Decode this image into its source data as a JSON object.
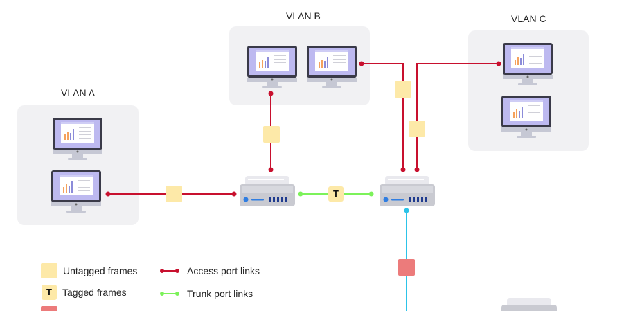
{
  "vlans": {
    "a": {
      "label": "VLAN A"
    },
    "b": {
      "label": "VLAN B"
    },
    "c": {
      "label": "VLAN C"
    }
  },
  "trunk_tag": "T",
  "legend": {
    "untagged": "Untagged frames",
    "tagged_symbol": "T",
    "tagged": "Tagged frames",
    "access": "Access port links",
    "trunk": "Trunk port links"
  },
  "colors": {
    "access_link": "#c8102e",
    "trunk_link": "#7cf25a",
    "uplink": "#2cc3e8",
    "untagged_frame": "#fde9a8",
    "red_frame": "#ec7b7b",
    "vlan_background": "#f1f1f3"
  }
}
